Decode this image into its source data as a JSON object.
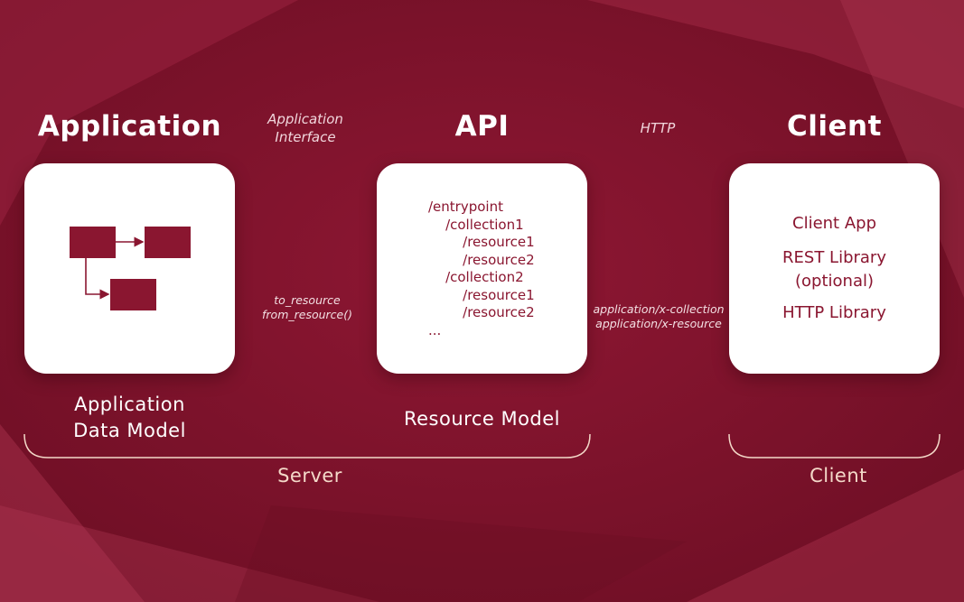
{
  "columns": {
    "application": {
      "title": "Application",
      "caption_line1": "Application",
      "caption_line2": "Data Model"
    },
    "api": {
      "title": "API",
      "caption": "Resource Model"
    },
    "client": {
      "title": "Client",
      "items": [
        "Client App",
        "REST Library",
        "(optional)",
        "HTTP Library"
      ]
    }
  },
  "connector_app_api": {
    "label_line1": "Application",
    "label_line2": "Interface",
    "method_line1": "to_resource",
    "method_line2": "from_resource()"
  },
  "connector_api_client": {
    "label": "HTTP",
    "media_line1": "application/x-collection",
    "media_line2": "application/x-resource"
  },
  "resource_tree": [
    "/entrypoint",
    "    /collection1",
    "        /resource1",
    "        /resource2",
    "    /collection2",
    "        /resource1",
    "        /resource2",
    "..."
  ],
  "groups": {
    "server": "Server",
    "client": "Client"
  },
  "colors": {
    "background": "#8a1630",
    "card": "#ffffff",
    "accent": "#8a1630",
    "arrow": "#f4d9a8",
    "brace": "#f4d9c9"
  }
}
